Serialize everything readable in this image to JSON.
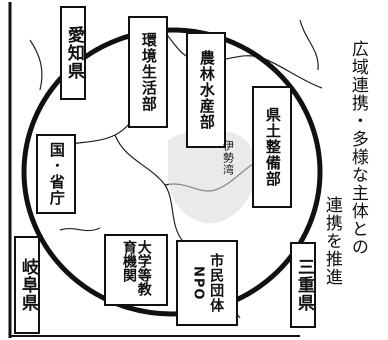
{
  "prefectures": {
    "aichi": "愛知県",
    "gifu": "岐阜県",
    "mie": "三重県"
  },
  "actors": {
    "national": "国･省庁",
    "environment": "環境生活部",
    "agriculture": "農林水産部",
    "infrastructure": "県土整備部",
    "university": "大学等教育機関",
    "citizens_line1": "市民団体",
    "citizens_line2": "NPO"
  },
  "map_label": "伊勢湾",
  "caption": {
    "line1": "広域連携・多様な主体との",
    "line2": "連携を推進"
  }
}
